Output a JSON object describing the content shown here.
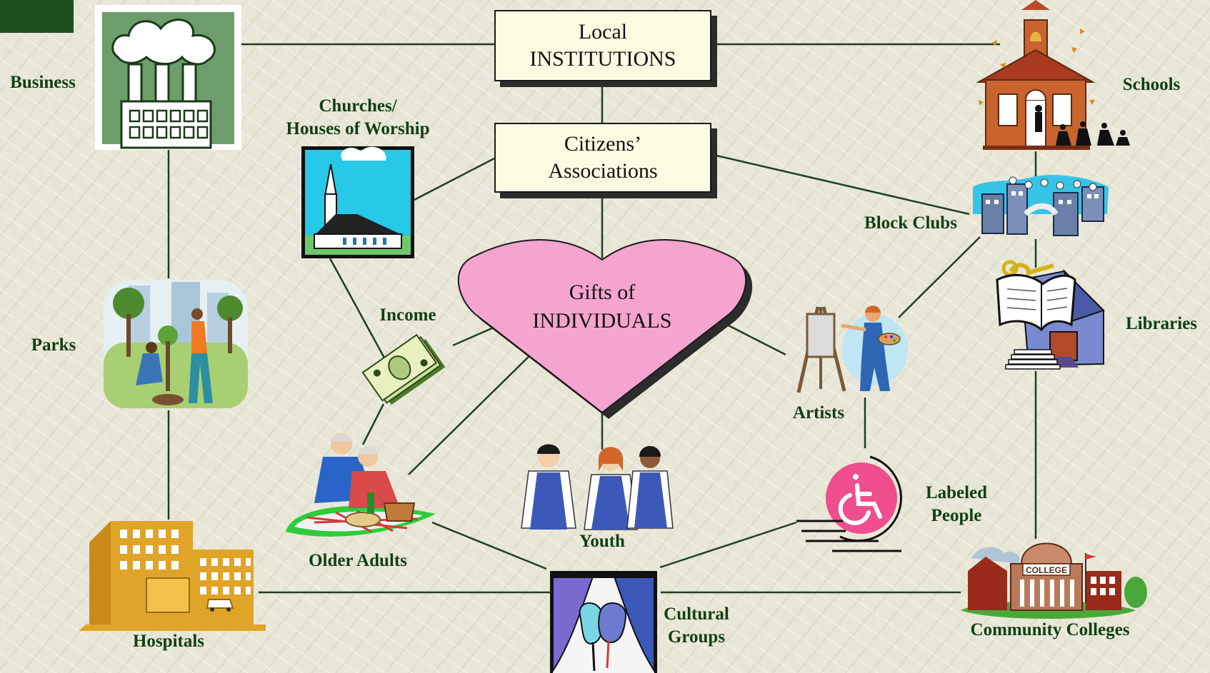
{
  "diagram": {
    "boxes": {
      "local_institutions": [
        "Local",
        "INSTITUTIONS"
      ],
      "citizens_associations": [
        "Citizens’",
        "Associations"
      ],
      "gifts_of_individuals": [
        "Gifts of",
        "INDIVIDUALS"
      ]
    },
    "labels": {
      "business": "Business",
      "schools": "Schools",
      "churches": [
        "Churches/",
        "Houses of Worship"
      ],
      "block_clubs": "Block Clubs",
      "parks": "Parks",
      "income": "Income",
      "libraries": "Libraries",
      "artists": "Artists",
      "labeled_people": [
        "Labeled",
        "People"
      ],
      "youth": "Youth",
      "older_adults": "Older Adults",
      "hospitals": "Hospitals",
      "cultural_groups": [
        "Cultural",
        "Groups"
      ],
      "community_colleges": "Community Colleges",
      "college_sign": "COLLEGE"
    },
    "colors": {
      "background": "#e8e6d6",
      "label_text": "#123f12",
      "connector": "#1f3f1f",
      "heart_fill": "#f4a4cf",
      "box_fill": "#fbfbe4",
      "accessibility_pink": "#ee4f8c"
    },
    "icons": [
      "factory-icon",
      "schoolhouse-icon",
      "church-icon",
      "city-block-icon",
      "park-planting-icon",
      "money-icon",
      "library-book-icon",
      "painter-artist-icon",
      "wheelchair-icon",
      "youth-group-icon",
      "older-couple-picnic-icon",
      "hospital-icon",
      "theater-masks-icon",
      "college-campus-icon"
    ]
  }
}
